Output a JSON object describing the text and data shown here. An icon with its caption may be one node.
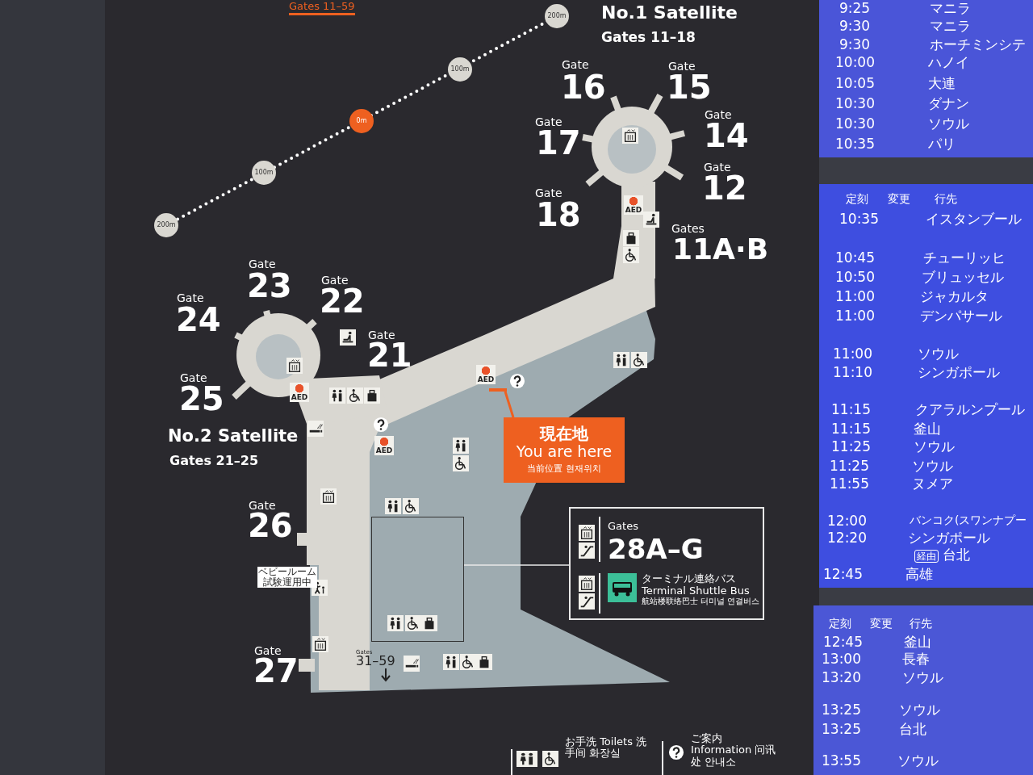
{
  "diagram": {
    "nodes": [
      {
        "text": [
          "現在地",
          "You are here",
          "当前位置 현재위치"
        ]
      },
      {
        "text": [],
        "shape": "bar"
      },
      {
        "text": [
          "Gates",
          "28A–G",
          "ターミナル連絡バス",
          "Terminal Shuttle Bus",
          "航站楼联络巴士 터미널 연결버스"
        ]
      },
      {
        "text": [],
        "shape": "box"
      }
    ],
    "edges": [
      {
        "from": 0,
        "to": 1,
        "arrow": "none",
        "color": "#ee6020"
      },
      {
        "from": 2,
        "to": 3,
        "arrow": "none",
        "color": "#e8e8e8"
      }
    ],
    "labels": [
      "Gates 11–59",
      "200m",
      "100m",
      "0m",
      "100m",
      "200m",
      "No.1 Satellite",
      "Gates 11–18",
      "Gate",
      "16",
      "Gate",
      "15",
      "Gate",
      "17",
      "Gate",
      "14",
      "Gate",
      "12",
      "Gate",
      "18",
      "Gates",
      "11A·B",
      "AED",
      "Gate",
      "23",
      "Gate",
      "22",
      "Gate",
      "24",
      "Gate",
      "21",
      "Gate",
      "25",
      "AED",
      "AED",
      "AED",
      "No.2 Satellite",
      "Gates 21–25",
      "Gate",
      "26",
      "ベビールーム試験運用中",
      "Gate",
      "27",
      "Gates",
      "31–59",
      "9:25",
      "マニラ",
      "9:30",
      "マニラ",
      "9:30",
      "ホーチミンシテ",
      "10:00",
      "ハノイ",
      "10:05",
      "大連",
      "10:30",
      "ダナン",
      "10:30",
      "ソウル",
      "10:35",
      "パリ",
      "定刻",
      "変更",
      "行先",
      "10:35",
      "イスタンブール",
      "10:45",
      "チューリッヒ",
      "10:50",
      "ブリュッセル",
      "11:00",
      "ジャカルタ",
      "11:00",
      "デンパサール",
      "11:00",
      "ソウル",
      "11:10",
      "シンガポール",
      "11:15",
      "クアラルンプール",
      "11:15",
      "釜山",
      "11:25",
      "ソウル",
      "11:25",
      "ソウル",
      "11:55",
      "ヌメア",
      "12:00",
      "バンコク(スワンナプー",
      "12:20",
      "シンガポール",
      "経由",
      "台北",
      "12:45",
      "高雄",
      "定刻",
      "変更",
      "行先",
      "12:45",
      "釜山",
      "13:00",
      "長春",
      "13:20",
      "ソウル",
      "13:25",
      "ソウル",
      "13:25",
      "台北",
      "13:55",
      "ソウル"
    ],
    "legend": [
      {
        "text": "お手洗 Toilets 洗手间 화장실"
      },
      {
        "text": "ご案内 Information 问讯处 안내소"
      }
    ]
  }
}
